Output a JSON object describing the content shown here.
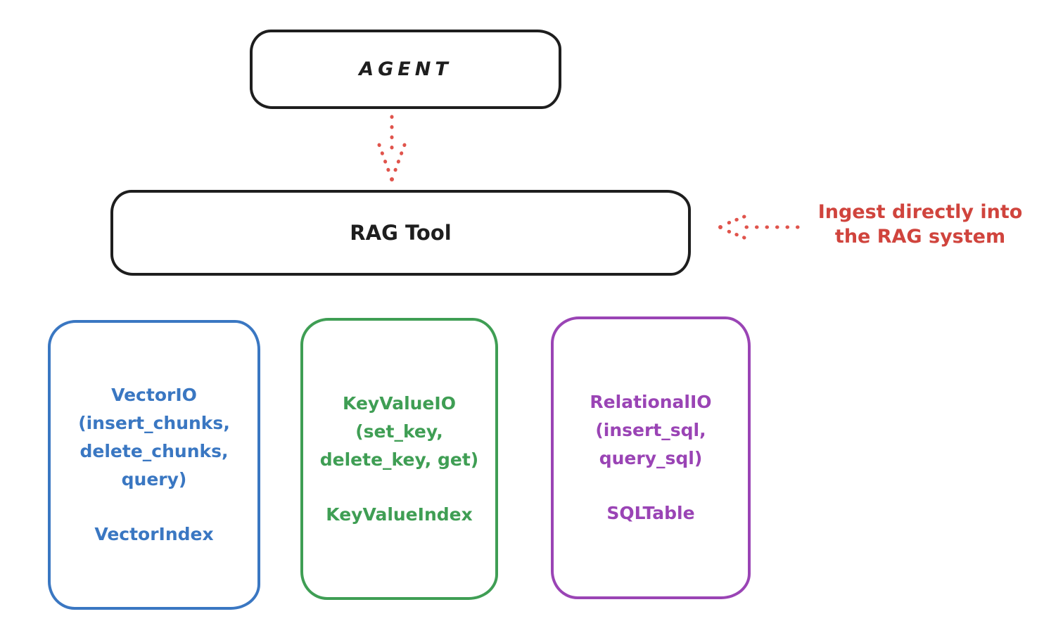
{
  "agent_box": {
    "label": "AGENT"
  },
  "rag_tool_box": {
    "label": "RAG Tool"
  },
  "annotation": {
    "line1": "Ingest directly into",
    "line2": "the RAG system"
  },
  "backends": [
    {
      "title_lines": [
        "VectorIO",
        "(insert_chunks,",
        "delete_chunks,",
        "query)"
      ],
      "index_label": "VectorIndex",
      "color": "#3a77c2"
    },
    {
      "title_lines": [
        "KeyValueIO",
        "(set_key,",
        "delete_key, get)"
      ],
      "index_label": "KeyValueIndex",
      "color": "#3f9e54"
    },
    {
      "title_lines": [
        "RelationalIO",
        "(insert_sql,",
        "query_sql)"
      ],
      "index_label": "SQLTable",
      "color": "#9a44b5"
    }
  ],
  "colors": {
    "ink": "#1e1e1e",
    "annotation_red": "#d0443d",
    "arrow_red": "#e0544c",
    "background": "#ffffff"
  }
}
